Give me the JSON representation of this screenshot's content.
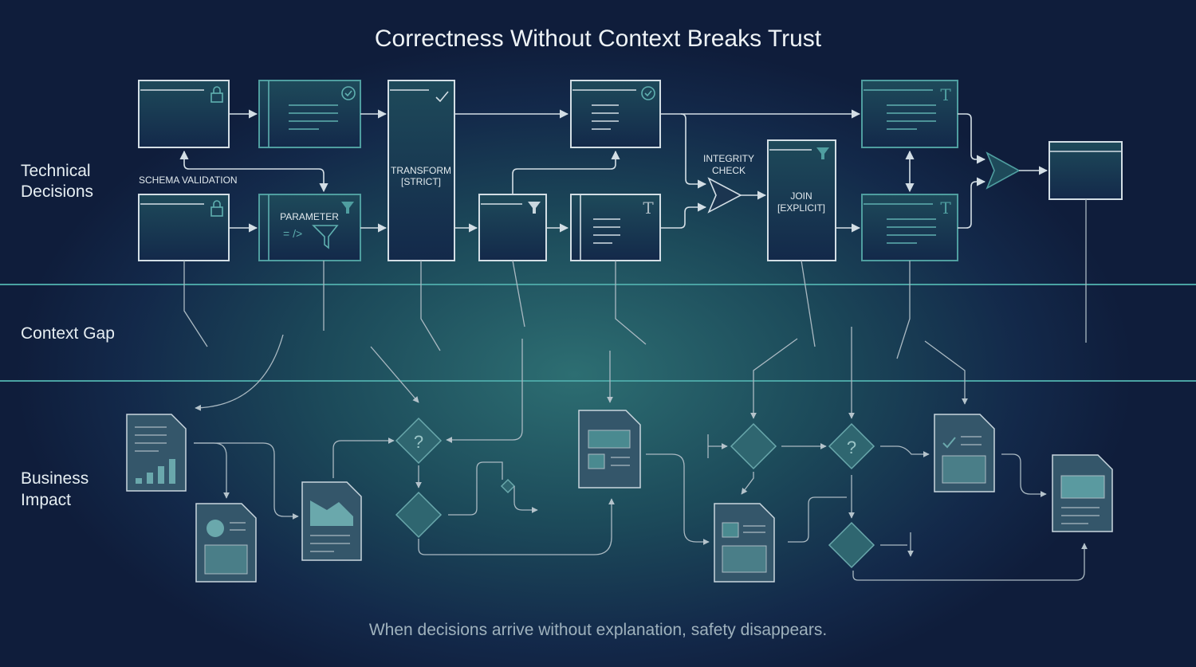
{
  "title": "Correctness Without Context Breaks Trust",
  "lanes": {
    "technical": [
      "Technical",
      "Decisions"
    ],
    "gap": "Context Gap",
    "business": [
      "Business",
      "Impact"
    ]
  },
  "labels": {
    "schema_validation": "SCHEMA VALIDATION",
    "parameter": "PARAMETER",
    "parameter_code": "= />",
    "transform": [
      "TRANSFORM",
      "[STRICT]"
    ],
    "integrity": [
      "INTEGRITY",
      "CHECK"
    ],
    "join": [
      "JOIN",
      "[EXPLICIT]"
    ],
    "t_glyph": "T",
    "question": "?"
  },
  "footer": "When decisions arrive without explanation, safety disappears.",
  "colors": {
    "accent": "#4f9ea0",
    "line": "#d3dee5",
    "background": "#13294a"
  }
}
